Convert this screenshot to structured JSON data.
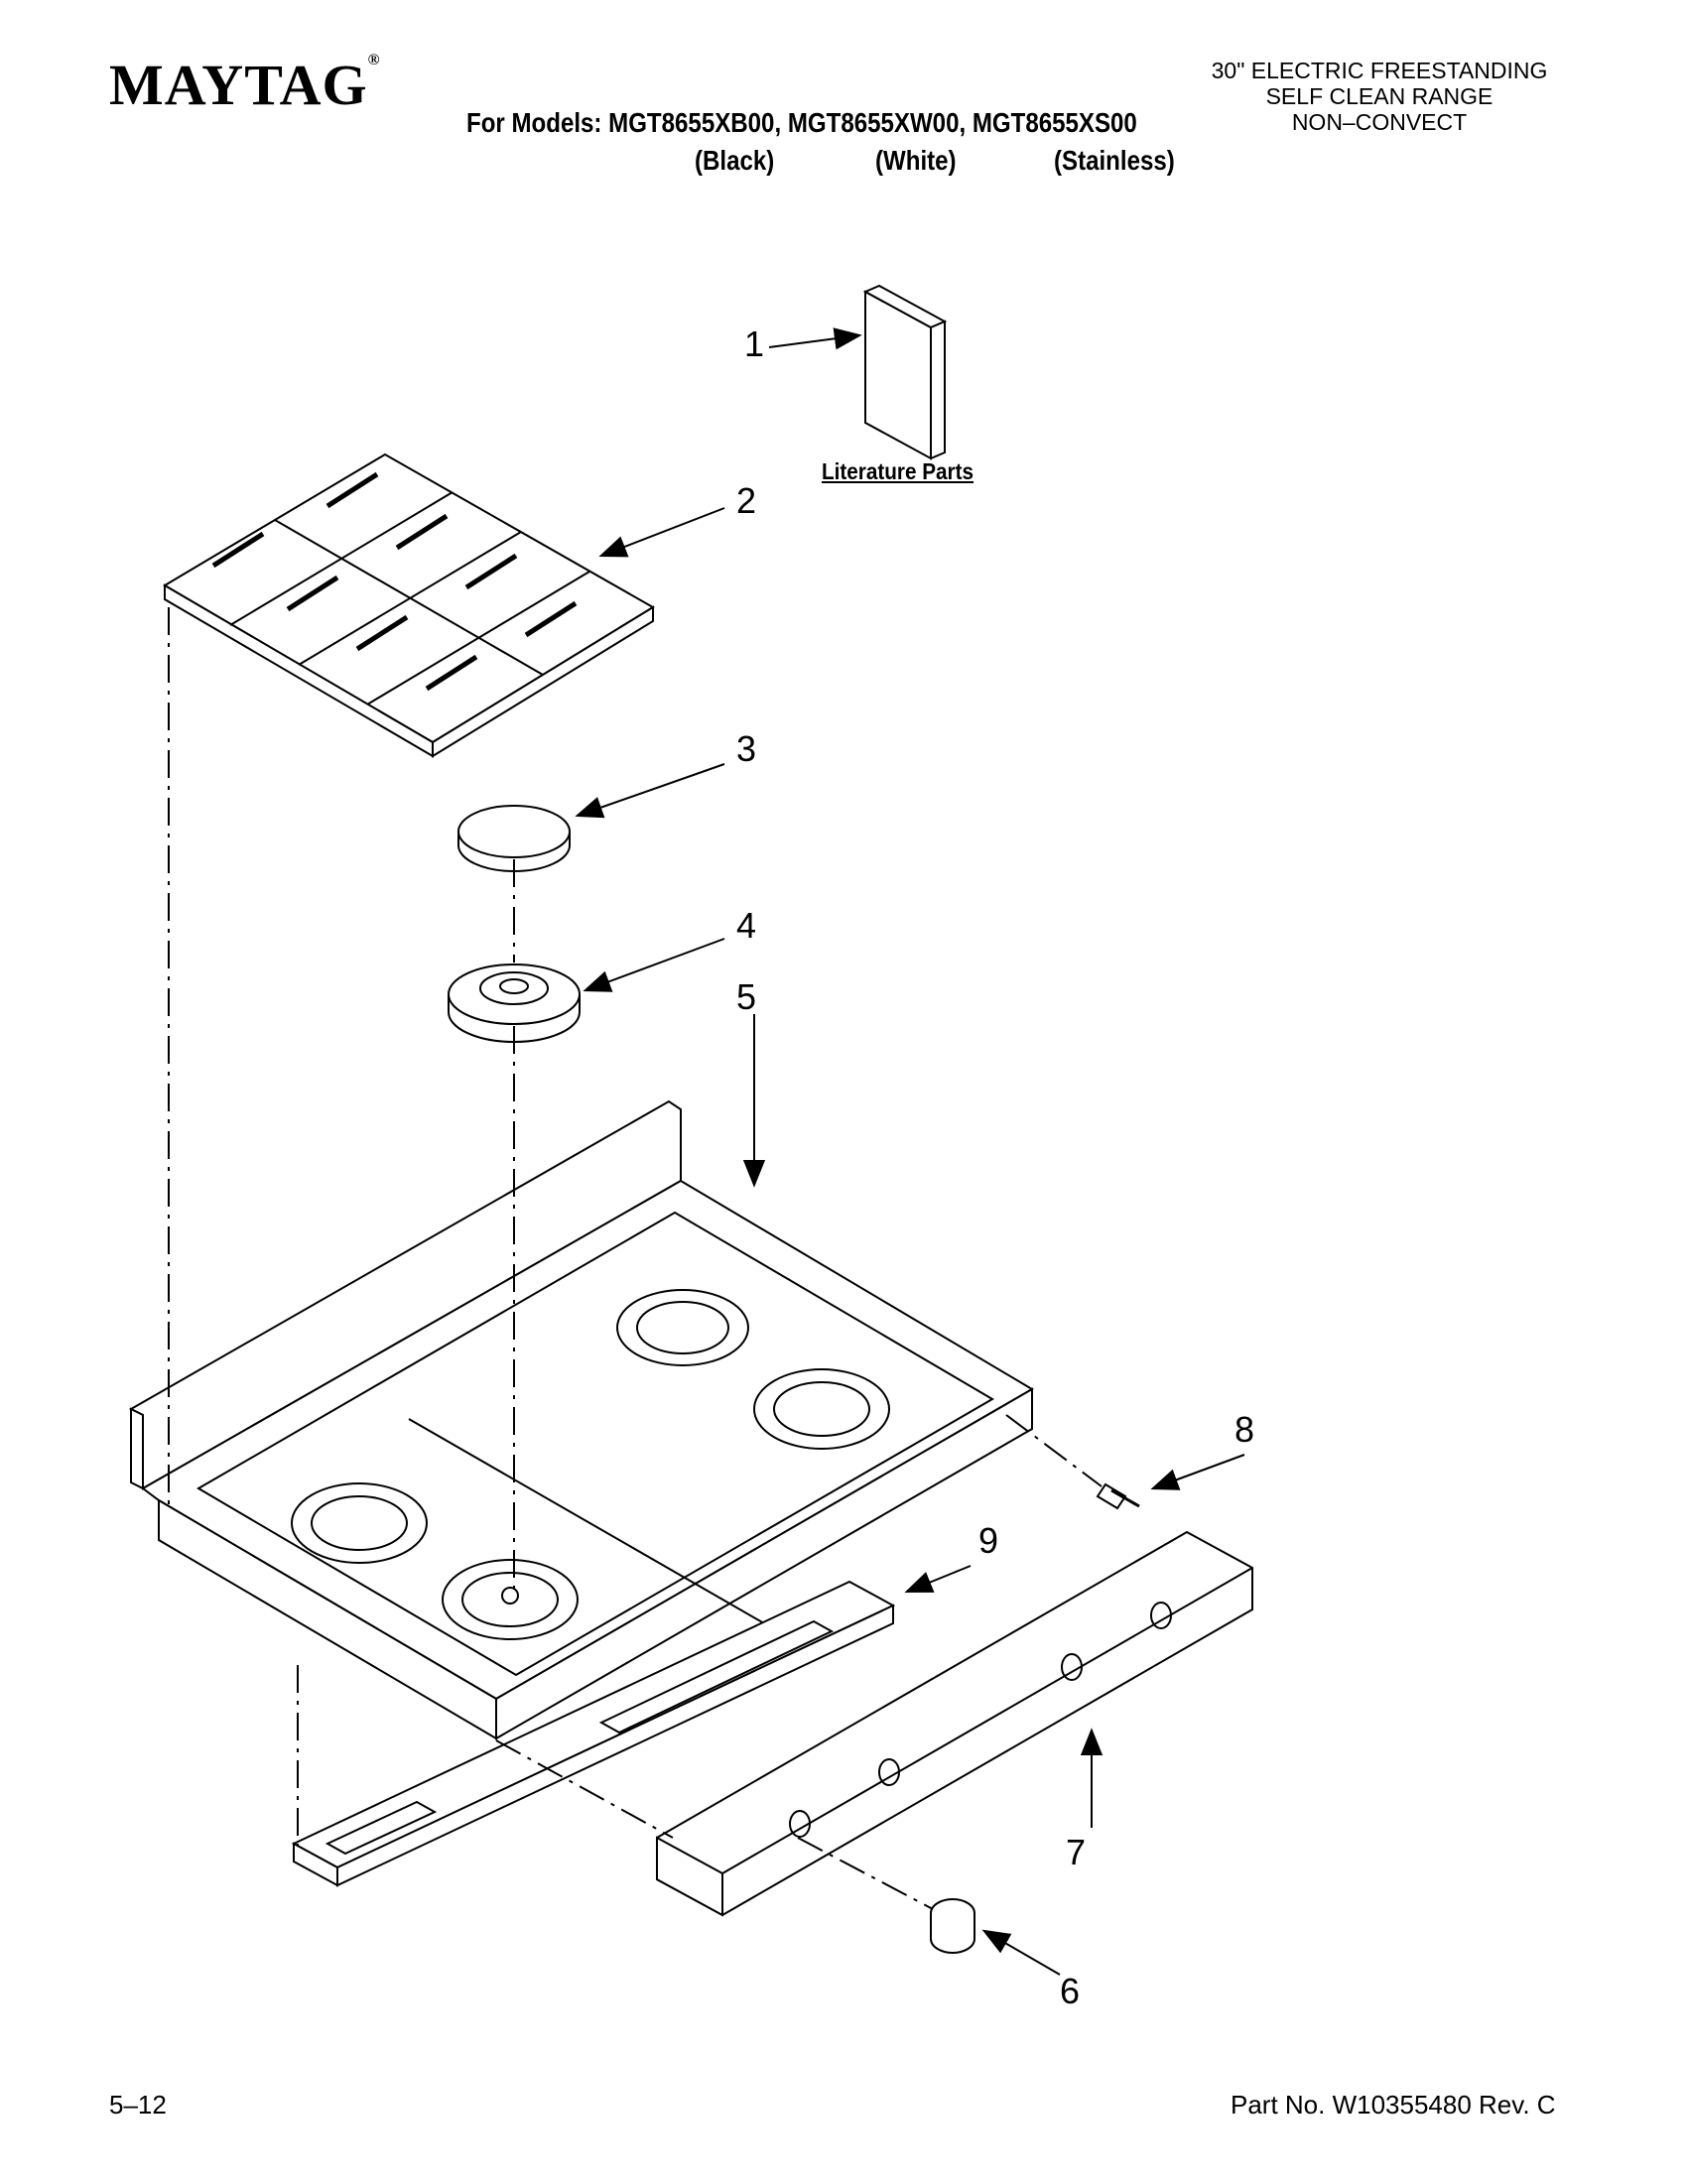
{
  "header": {
    "brand": "MAYTAG",
    "trademark": "®",
    "range_description": [
      "30\" ELECTRIC FREESTANDING",
      "SELF CLEAN RANGE",
      "NON–CONVECT"
    ],
    "models_line": "For Models: MGT8655XB00, MGT8655XW00, MGT8655XS00",
    "colors": [
      "(Black)",
      "(White)",
      "(Stainless)"
    ]
  },
  "diagram": {
    "literature_label": "Literature Parts",
    "callouts": [
      "1",
      "2",
      "3",
      "4",
      "5",
      "6",
      "7",
      "8",
      "9"
    ],
    "parts": [
      {
        "number": "1",
        "part": "literature-booklet"
      },
      {
        "number": "2",
        "part": "burner-grate"
      },
      {
        "number": "3",
        "part": "burner-cap"
      },
      {
        "number": "4",
        "part": "burner-base"
      },
      {
        "number": "5",
        "part": "cooktop"
      },
      {
        "number": "6",
        "part": "control-knob"
      },
      {
        "number": "7",
        "part": "manifold-panel"
      },
      {
        "number": "8",
        "part": "screw"
      },
      {
        "number": "9",
        "part": "manifold-bracket"
      }
    ]
  },
  "footer": {
    "page": "5–12",
    "part_number": "Part No. W10355480 Rev. C"
  }
}
